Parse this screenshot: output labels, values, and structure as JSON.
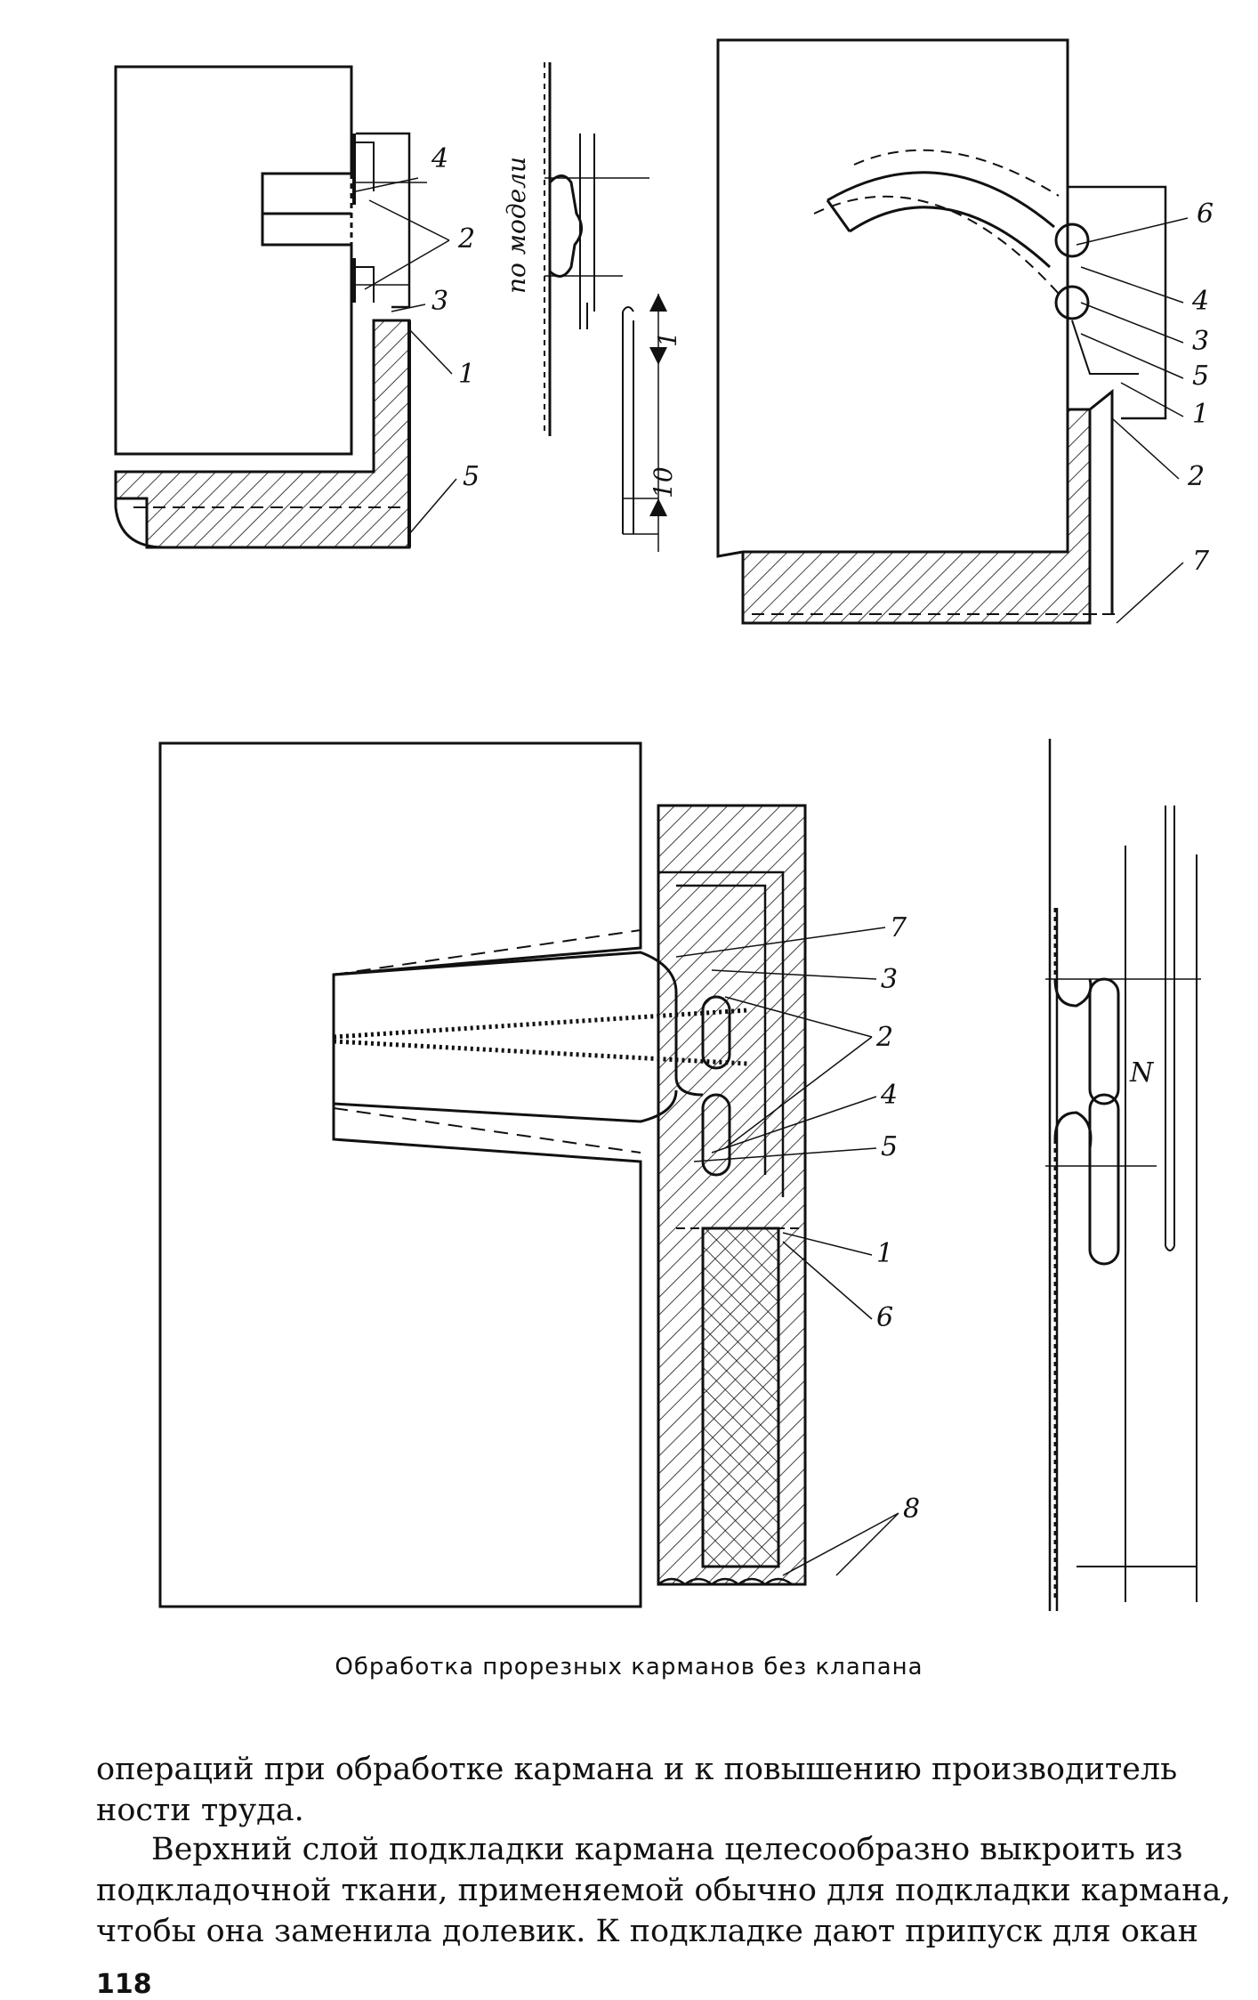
{
  "figures": {
    "fig1": {
      "labels": [
        "4",
        "2",
        "3",
        "1",
        "5"
      ]
    },
    "fig2": {
      "labels": [
        "по модели",
        "1",
        "10"
      ]
    },
    "fig3": {
      "labels": [
        "6",
        "4",
        "3",
        "5",
        "1",
        "2",
        "7"
      ]
    },
    "fig4": {
      "labels": [
        "7",
        "3",
        "2",
        "4",
        "5",
        "1",
        "6",
        "8"
      ]
    },
    "fig5": {
      "labels": [
        "N"
      ]
    }
  },
  "caption": "Обработка прорезных карманов без клапана",
  "paragraphs": [
    "операций при обработке кармана и к повышению производитель ности труда.",
    "Верхний слой подкладки кармана целесообразно выкроить из подкладочной ткани, применяемой обычно для подкладки кармана, чтобы она заменила долевик. К подкладке дают припуск для окан"
  ],
  "page_number": "118"
}
